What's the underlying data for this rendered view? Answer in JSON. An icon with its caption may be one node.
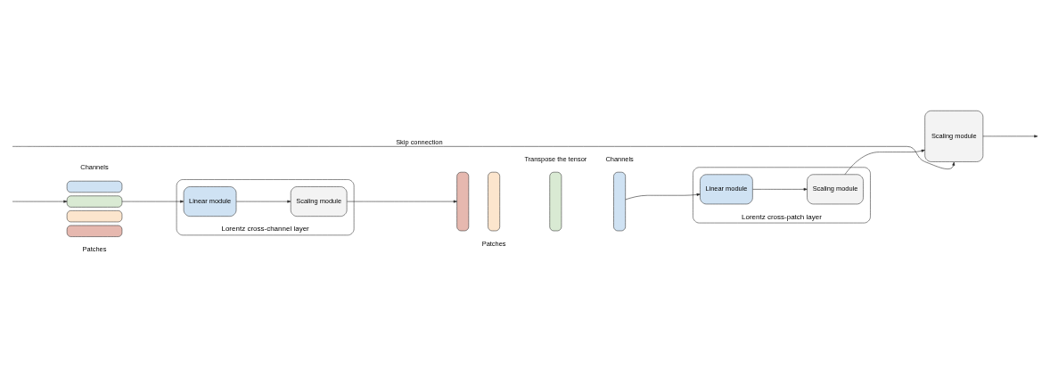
{
  "diagram": {
    "nodes": [
      {
        "text": [],
        "shape": "bar",
        "beside": [
          "Channels"
        ]
      },
      {
        "text": [],
        "shape": "bar"
      },
      {
        "text": [],
        "shape": "bar"
      },
      {
        "text": [],
        "shape": "bar",
        "beside": [
          "Patches"
        ]
      },
      {
        "text": [
          "Lorentz cross-channel layer"
        ]
      },
      {
        "text": [
          "Linear module"
        ],
        "in": 4
      },
      {
        "text": [
          "Scaling module"
        ],
        "in": 4
      },
      {
        "text": [],
        "shape": "bar"
      },
      {
        "text": [],
        "shape": "bar",
        "beside": [
          "Patches"
        ]
      },
      {
        "text": [],
        "shape": "bar",
        "beside": [
          "Transpose the tensor"
        ]
      },
      {
        "text": [],
        "shape": "bar",
        "beside": [
          "Channels"
        ]
      },
      {
        "text": [
          "Lorentz cross-patch layer"
        ]
      },
      {
        "text": [
          "Linear module"
        ],
        "in": 11
      },
      {
        "text": [
          "Scaling module"
        ],
        "in": 11
      },
      {
        "text": [
          "Scaling module"
        ]
      }
    ],
    "edges": [
      {
        "from": null,
        "to": 1,
        "arrow": "to"
      },
      {
        "from": 1,
        "to": 5,
        "arrow": "to"
      },
      {
        "from": 5,
        "to": 6,
        "arrow": "to"
      },
      {
        "from": 6,
        "to": 7,
        "arrow": "to"
      },
      {
        "from": 10,
        "to": 12,
        "arrow": "to"
      },
      {
        "from": 12,
        "to": 13,
        "arrow": "to"
      },
      {
        "from": 13,
        "to": 14,
        "arrow": "to"
      },
      {
        "from": null,
        "to": 14,
        "arrow": "to",
        "label": "Skip connection"
      },
      {
        "from": 14,
        "to": null,
        "arrow": "to"
      }
    ]
  }
}
